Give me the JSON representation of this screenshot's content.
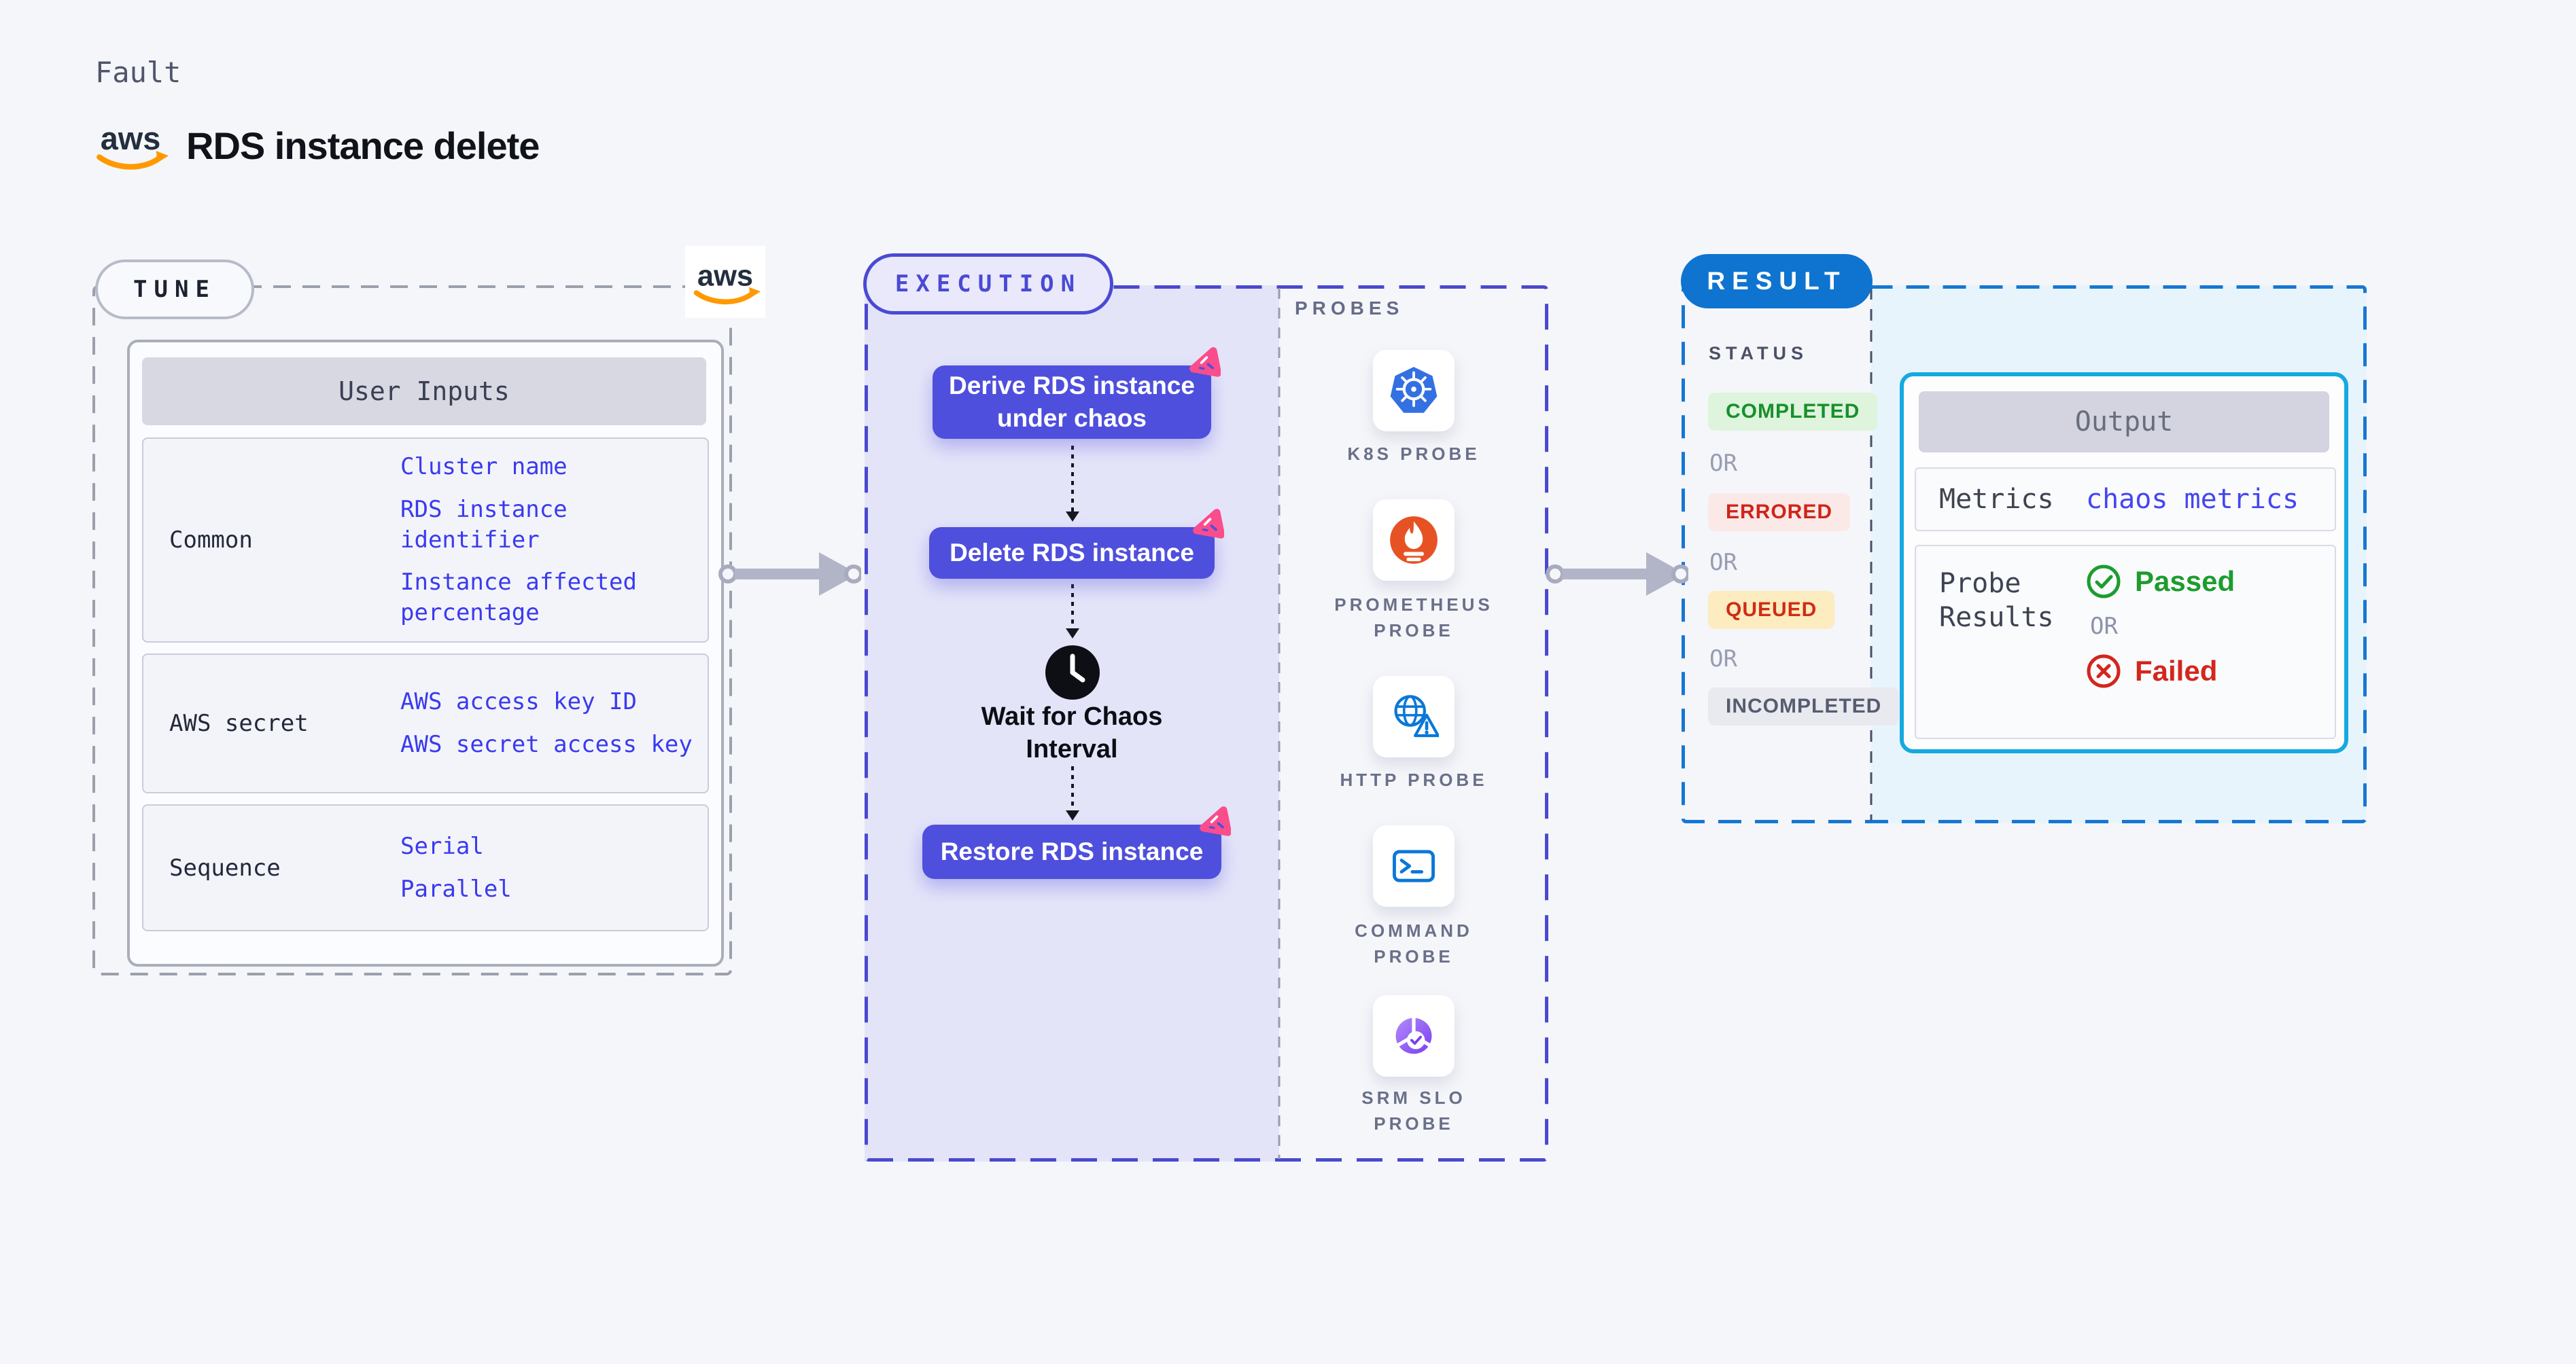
{
  "header": {
    "kind": "Fault",
    "title": "RDS instance delete",
    "aws_logo_text": "aws"
  },
  "tune": {
    "badge": "TUNE",
    "table_header": "User Inputs",
    "rows": [
      {
        "label": "Common",
        "values": [
          "Cluster name",
          "RDS instance identifier",
          "Instance affected percentage"
        ]
      },
      {
        "label": "AWS secret",
        "values": [
          "AWS access key ID",
          "AWS secret access key"
        ]
      },
      {
        "label": "Sequence",
        "values": [
          "Serial",
          "Parallel"
        ]
      }
    ]
  },
  "flow": {
    "badge": "EXECUTION",
    "steps": {
      "derive": "Derive RDS instance under chaos",
      "delete": "Delete RDS instance",
      "wait": "Wait for Chaos Interval",
      "restore": "Restore RDS instance"
    }
  },
  "probes": {
    "title": "PROBES",
    "items": [
      {
        "icon": "kubernetes-icon",
        "label": "K8S PROBE"
      },
      {
        "icon": "prometheus-icon",
        "label": "PROMETHEUS PROBE"
      },
      {
        "icon": "http-globe-warning-icon",
        "label": "HTTP PROBE"
      },
      {
        "icon": "terminal-icon",
        "label": "COMMAND PROBE"
      },
      {
        "icon": "slo-donut-check-icon",
        "label": "SRM SLO PROBE"
      }
    ]
  },
  "result": {
    "badge": "RESULT",
    "status_title": "STATUS",
    "statuses": [
      "COMPLETED",
      "ERRORED",
      "QUEUED",
      "INCOMPLETED"
    ],
    "or_label": "OR",
    "output": {
      "header": "Output",
      "metrics_label": "Metrics",
      "metrics_value": "chaos metrics",
      "probe_results_label": "Probe Results",
      "passed_label": "Passed",
      "failed_label": "Failed",
      "or_label": "OR"
    }
  },
  "colors": {
    "page_bg": "#f5f6fa",
    "execution_accent": "#4a4ad4",
    "execution_fill": "#e4e4f9",
    "step_button": "#4f4fdd",
    "link_blue": "#3a3af0",
    "result_blue": "#0e74cf",
    "result_fill": "#e8f4fb",
    "output_border_cyan": "#14aadf",
    "passed_green": "#1d9c2f",
    "failed_red": "#d3261d",
    "queued_yellow_bg": "#fcecc0",
    "chaos_pink": "#fa4d8c",
    "aws_orange": "#ff9900",
    "aws_navy": "#232f3e"
  }
}
